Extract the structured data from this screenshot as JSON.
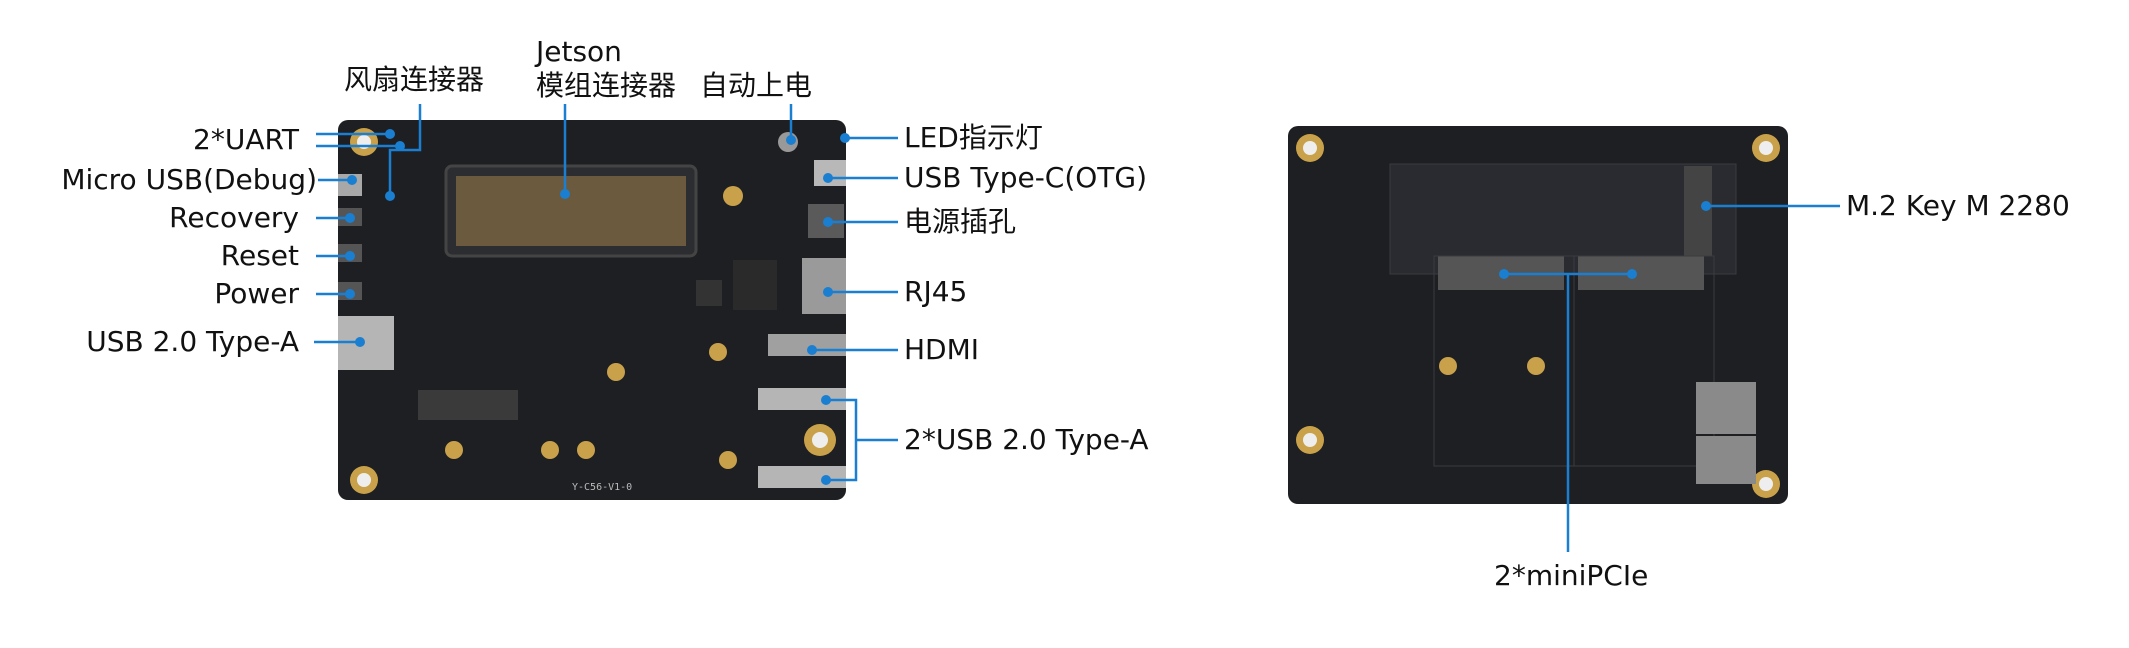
{
  "front_labels": {
    "fan": "风扇连接器",
    "jetson_line1": "Jetson",
    "jetson_line2": "模组连接器",
    "autopower": "自动上电",
    "uart": "2*UART",
    "micro_usb": "Micro USB(Debug)",
    "recovery": "Recovery",
    "reset": "Reset",
    "power": "Power",
    "usb2a": "USB 2.0 Type-A",
    "led": "LED指示灯",
    "usbc": "USB Type-C(OTG)",
    "dc": "电源插孔",
    "rj45": "RJ45",
    "hdmi": "HDMI",
    "usb2a_x2": "2*USB 2.0 Type-A"
  },
  "back_labels": {
    "m2": "M.2 Key M 2280",
    "minipcie": "2*miniPCIe"
  },
  "silkscreen": {
    "board_rev": "Y-C56-V1-0"
  },
  "colors": {
    "accent": "#1a7fd0",
    "pcb": "#1e1f22",
    "gold": "#c9a14a"
  }
}
